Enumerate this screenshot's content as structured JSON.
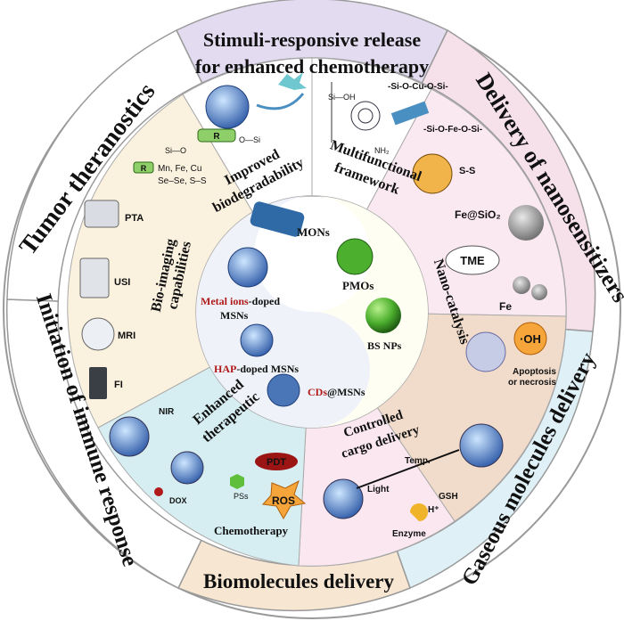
{
  "outer_ring": {
    "top": "Stimuli-responsive release",
    "top2": "for enhanced chemotherapy",
    "upper_left": "Tumor theranostics",
    "upper_right": "Delivery of nanosensitizers",
    "lower_left": "Initiation of immune response",
    "lower_right": "Gaseous molecules delivery",
    "bottom": "Biomolecules delivery"
  },
  "middle_ring": {
    "biodegradability": {
      "line1": "Improved",
      "line2": "biodegradability",
      "r_label": "R",
      "metals": "Mn, Fe, Cu",
      "bonds": "Se–Se, S–S"
    },
    "framework": {
      "line1": "Multifunctional",
      "line2": "framework",
      "cu_bond": "-Si-O-Cu-O-Si-",
      "fe_bond": "-Si-O-Fe-O-Si-",
      "ss": "S-S",
      "si_group": "Si—OH",
      "nh2": "NH₂"
    },
    "bioimaging": {
      "line1": "Bio-imaging",
      "line2": "capabilities",
      "pta": "PTA",
      "usi": "USI",
      "mri": "MRI",
      "fi": "FI"
    },
    "nanocatalysis": {
      "title": "Nano-catalysis",
      "fesio2": "Fe@SiO₂",
      "tme": "TME",
      "fe": "Fe",
      "oh": "·OH",
      "apoptosis": "Apoptosis",
      "necrosis": "or necrosis"
    },
    "therapeutic": {
      "line1": "Enhanced",
      "line2": "therapeutic",
      "nir": "NIR",
      "pdt": "PDT",
      "pss": "PSs",
      "ros": "ROS",
      "dox": "DOX",
      "chemo": "Chemotherapy"
    },
    "cargo": {
      "line1": "Controlled",
      "line2": "cargo delivery",
      "light": "Light",
      "temp": "Temp.",
      "gsh": "GSH",
      "enzyme": "Enzyme",
      "h": "H⁺"
    }
  },
  "core": {
    "mons": "MONs",
    "pmos": "PMOs",
    "bsnps": "BS NPs",
    "metal_highlight": "Metal ions",
    "metal_rest": "-doped",
    "msns": "MSNs",
    "hap_highlight": "HAP",
    "hap_rest": "-doped MSNs",
    "cds_highlight": "CDs",
    "cds_rest": "@MSNs"
  },
  "colors": {
    "outer_purple": "#e3dcf1",
    "outer_pink": "#f6e1ea",
    "outer_blue": "#dff0f7",
    "outer_peach": "#f7e7d2",
    "white": "#ffffff",
    "green": "#3f8a2b",
    "red": "#b01a1a",
    "brown": "#8a5a20"
  }
}
